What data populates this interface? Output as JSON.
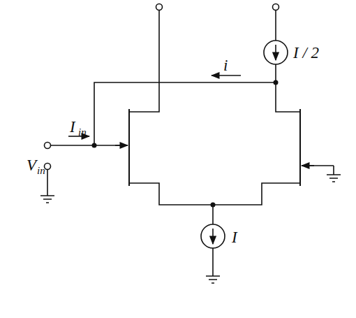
{
  "diagram": {
    "labels": [
      "I",
      "in",
      "V",
      "in",
      "i",
      "I / 2",
      "I"
    ]
  }
}
